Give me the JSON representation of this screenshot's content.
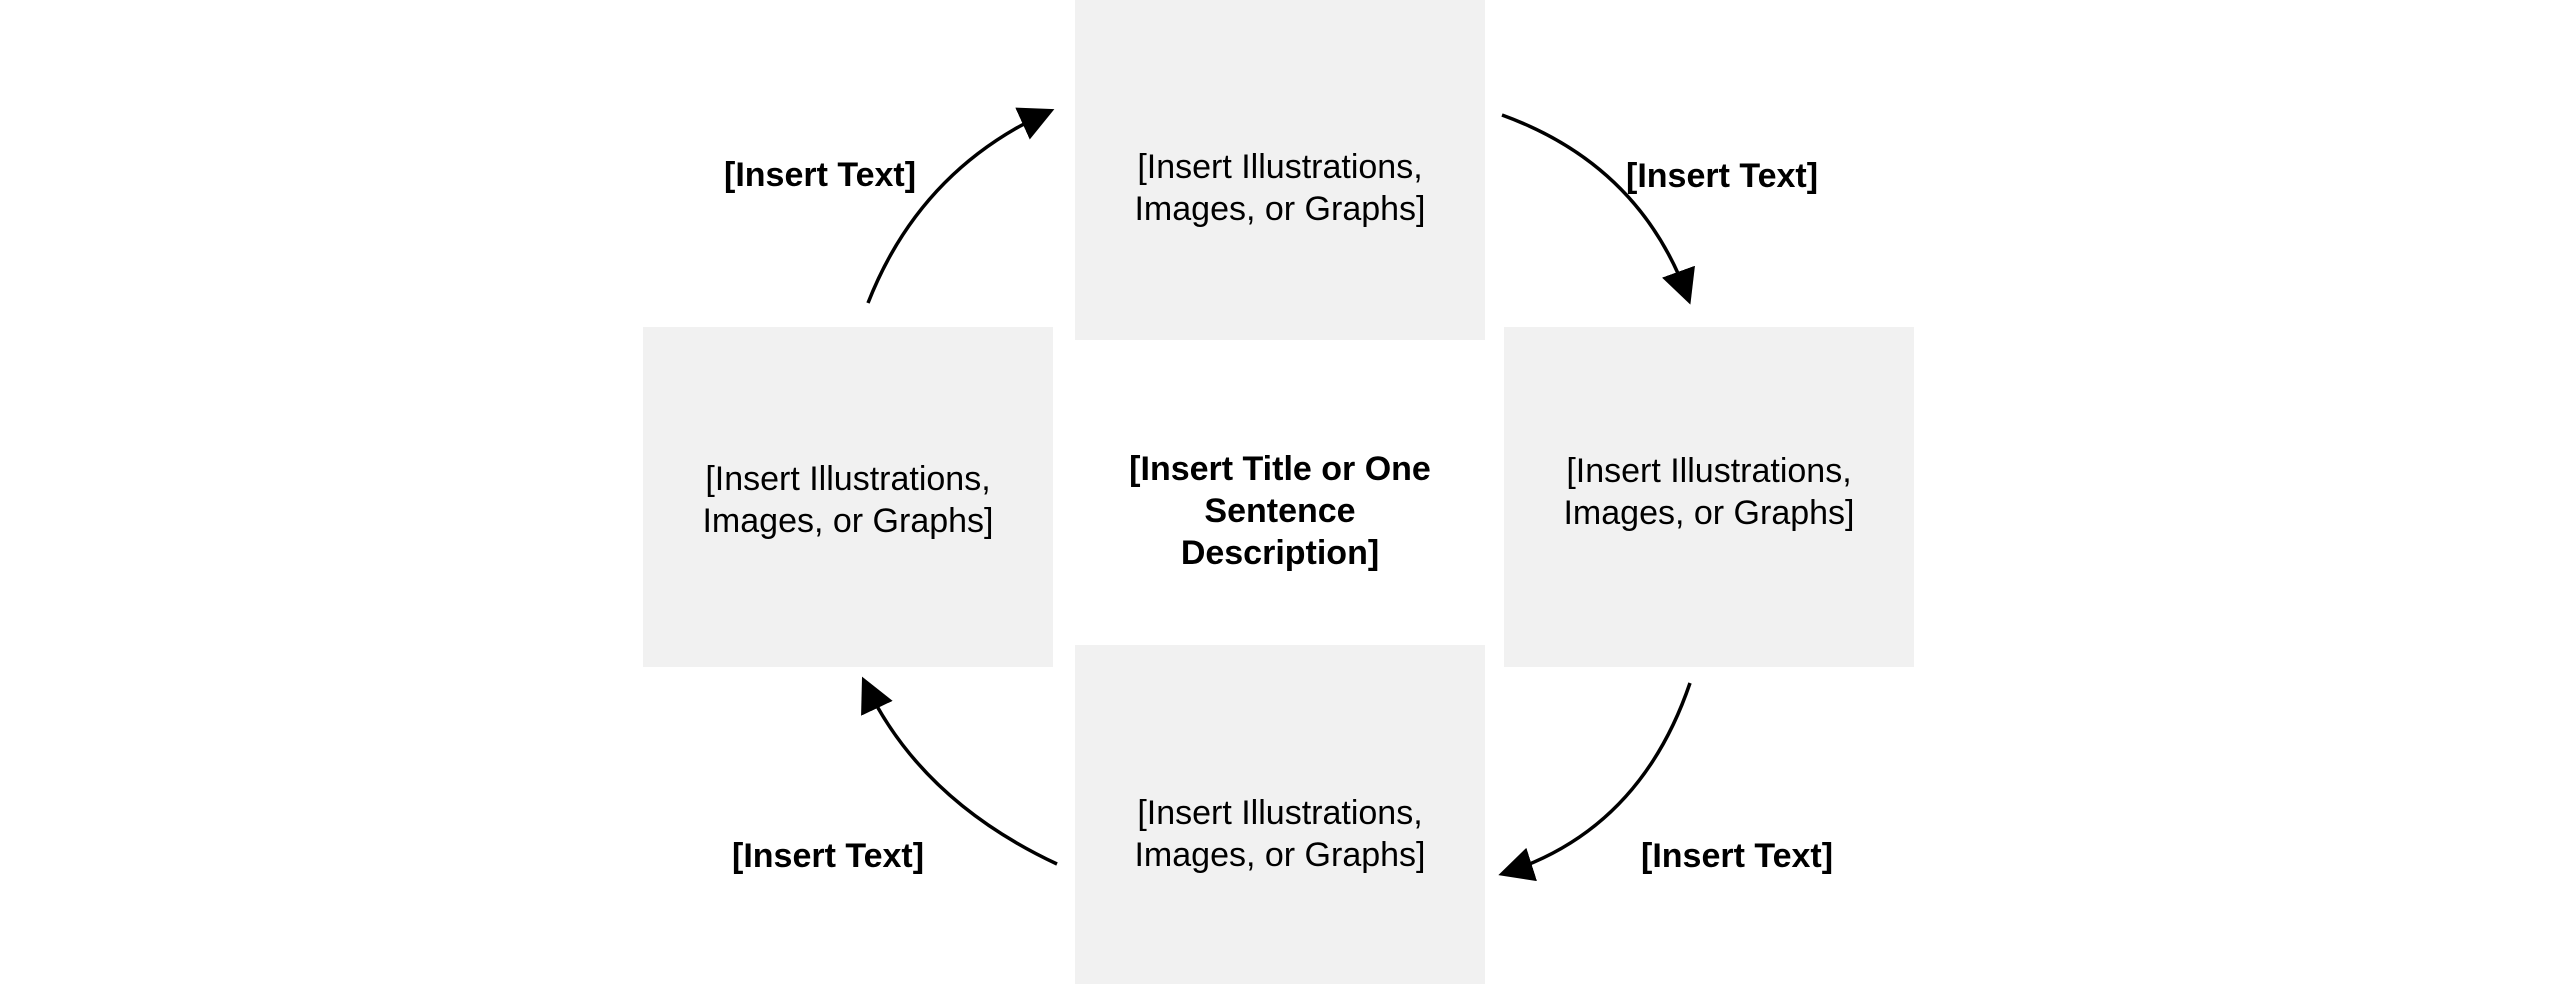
{
  "center": {
    "title": "[Insert Title or One\nSentence\nDescription]"
  },
  "boxes": {
    "top": "[Insert Illustrations,\nImages, or Graphs]",
    "left": "[Insert Illustrations,\nImages, or Graphs]",
    "right": "[Insert Illustrations,\nImages, or Graphs]",
    "bottom": "[Insert Illustrations,\nImages, or Graphs]"
  },
  "edge_labels": {
    "top_left": "[Insert Text]",
    "top_right": "[Insert Text]",
    "bottom_left": "[Insert Text]",
    "bottom_right": "[Insert Text]"
  },
  "colors": {
    "box_fill": "#f1f1f1",
    "arrow": "#000000",
    "background": "#ffffff"
  }
}
